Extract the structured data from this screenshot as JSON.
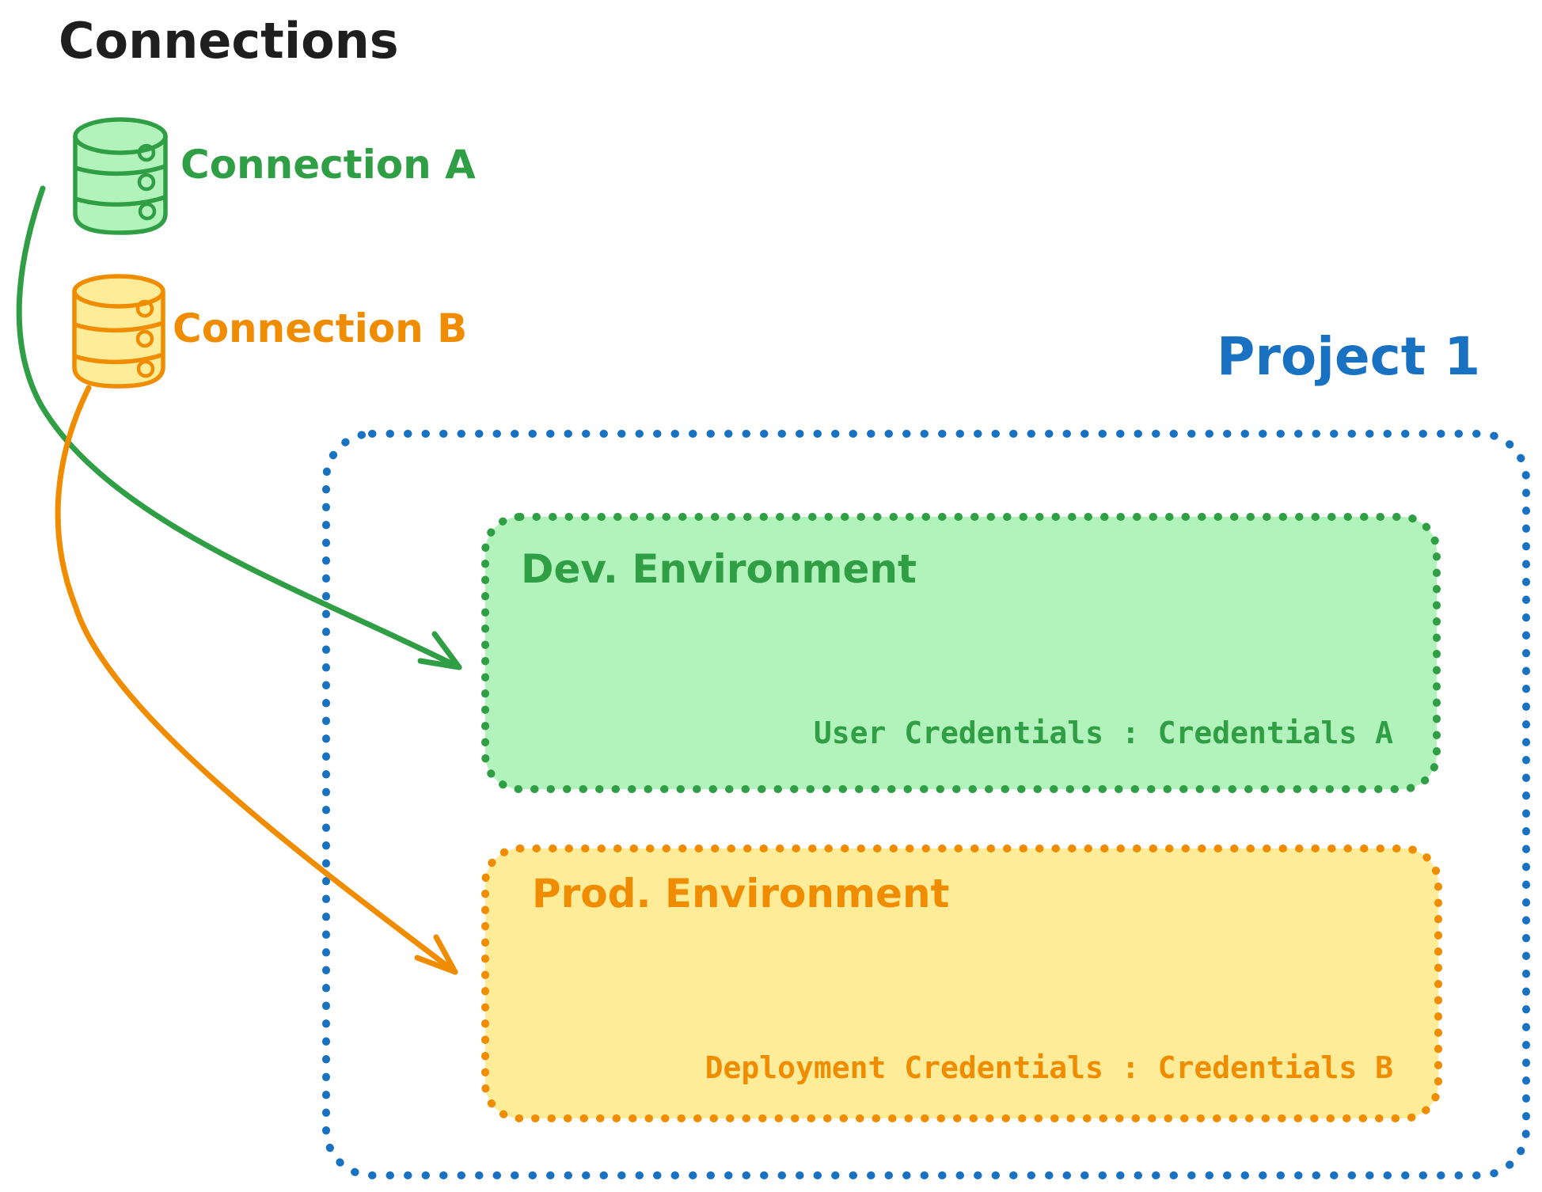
{
  "palette": {
    "text_black": "#1e1e1e",
    "green_stroke": "#2f9e44",
    "green_fill": "#b2f2bb",
    "orange_stroke": "#f08c00",
    "orange_fill": "#ffec99",
    "blue_stroke": "#1971c2",
    "background": "#ffffff"
  },
  "header": {
    "title": "Connections"
  },
  "connections": [
    {
      "label": "Connection A",
      "color": "#2f9e44",
      "icon": "database-icon"
    },
    {
      "label": "Connection B",
      "color": "#f08c00",
      "icon": "database-icon"
    }
  ],
  "project": {
    "title": "Project 1",
    "environments": [
      {
        "title": "Dev. Environment",
        "credentials": "User Credentials : Credentials A"
      },
      {
        "title": "Prod. Environment",
        "credentials": "Deployment Credentials : Credentials B"
      }
    ]
  },
  "arrows": [
    {
      "name": "connection-a-to-dev-environment",
      "color": "#2f9e44"
    },
    {
      "name": "connection-b-to-prod-environment",
      "color": "#f08c00"
    }
  ]
}
